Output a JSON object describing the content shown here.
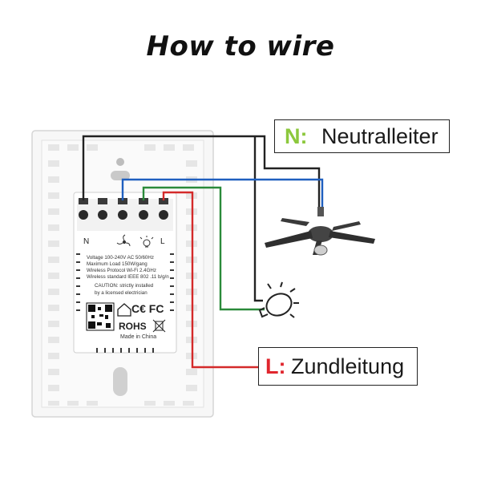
{
  "title": "How to wire",
  "neutral": {
    "letter": "N:",
    "text": "Neutralleiter",
    "color": "#8cc83c"
  },
  "live": {
    "letter": "L:",
    "text": "Zundleitung",
    "color": "#e0262e"
  },
  "switch": {
    "terminal_n": "N",
    "terminal_l": "L",
    "specs": [
      "Voltage 100-240V AC 50/60Hz",
      "Maximum Load 150W/gang",
      "Wireless Protocol Wi-Fi 2.4GHz",
      "Wireless standard IEEE 802 .11 b/g/n",
      "CAUTION: strictly installed",
      "by a licensed electrician"
    ],
    "cert_marks": "C€ FC",
    "rohs": "ROHS",
    "origin": "Made in China"
  },
  "wire_colors": {
    "neutral": "#222222",
    "blue": "#1f5fbf",
    "green": "#2a8a3a",
    "red": "#d42a2a"
  }
}
